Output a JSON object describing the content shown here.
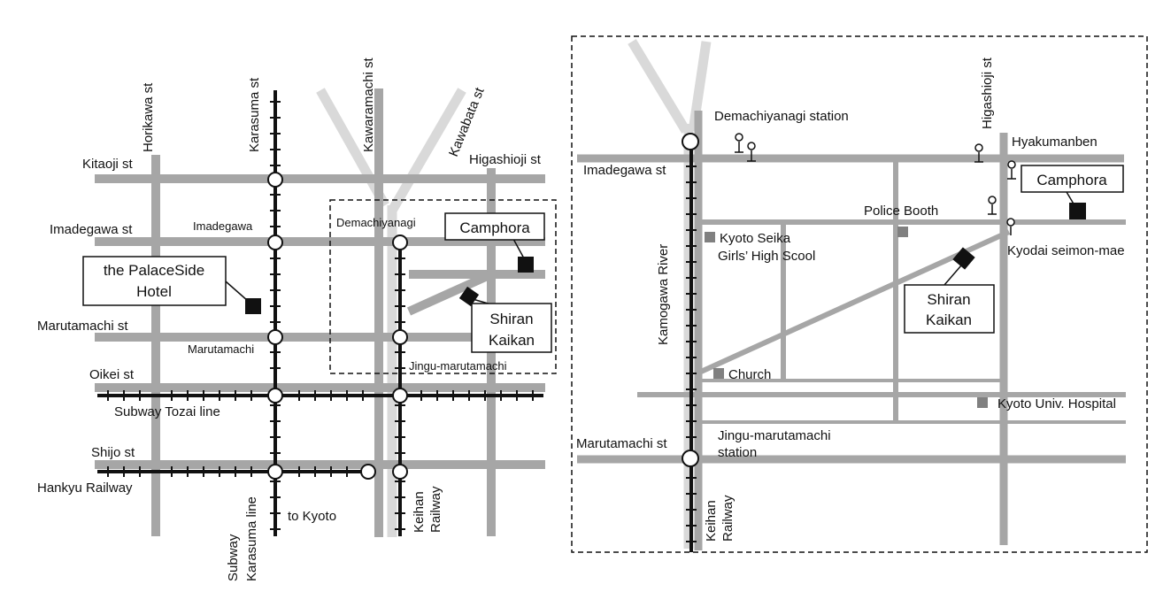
{
  "colors": {
    "road": "#a6a6a6",
    "river": "#d9d9d9",
    "rail": "#111111",
    "landmark": "#808080",
    "station_fill": "#ffffff",
    "building": "#111111"
  },
  "map_left": {
    "streets": {
      "horikawa": "Horikawa st",
      "karasuma": "Karasuma st",
      "kawaramachi": "Kawaramachi st",
      "kawabata": "Kawabata st",
      "higashioji": "Higashioji st",
      "kitaoji": "Kitaoji st",
      "imadegawa": "Imadegawa st",
      "marutamachi": "Marutamachi st",
      "oikei": "Oikei st",
      "shijo": "Shijo st"
    },
    "stations": {
      "imadegawa": "Imadegawa",
      "marutamachi": "Marutamachi",
      "demachiyanagi": "Demachiyanagi",
      "jingu_marutamachi": "Jingu-marutamachi"
    },
    "lines": {
      "tozai": "Subway Tozai line",
      "hankyu": "Hankyu Railway",
      "karasuma_line_1": "Subway",
      "karasuma_line_2": "Karasuma line",
      "keihan_1": "Keihan",
      "keihan_2": "Railway",
      "to_kyoto": "to Kyoto"
    },
    "callouts": {
      "palaceside_1": "the PalaceSide",
      "palaceside_2": "Hotel",
      "camphora": "Camphora",
      "shiran_1": "Shiran",
      "shiran_2": "Kaikan"
    }
  },
  "map_right": {
    "labels": {
      "demachiyanagi_station": "Demachiyanagi station",
      "imadegawa": "Imadegawa st",
      "higashioji": "Higashioji st",
      "hyakumanben": "Hyakumanben",
      "police_booth": "Police Booth",
      "kyodai_seimon": "Kyodai seimon-mae",
      "kyoto_seika_1": "Kyoto Seika",
      "kyoto_seika_2": "Girls’ High Scool",
      "kamogawa": "Kamogawa River",
      "church": "Church",
      "hospital": "Kyoto Univ. Hospital",
      "marutamachi": "Marutamachi st",
      "jingu_1": "Jingu-marutamachi",
      "jingu_2": "station",
      "keihan_1": "Keihan",
      "keihan_2": "Railway"
    },
    "callouts": {
      "camphora": "Camphora",
      "shiran_1": "Shiran",
      "shiran_2": "Kaikan"
    }
  }
}
